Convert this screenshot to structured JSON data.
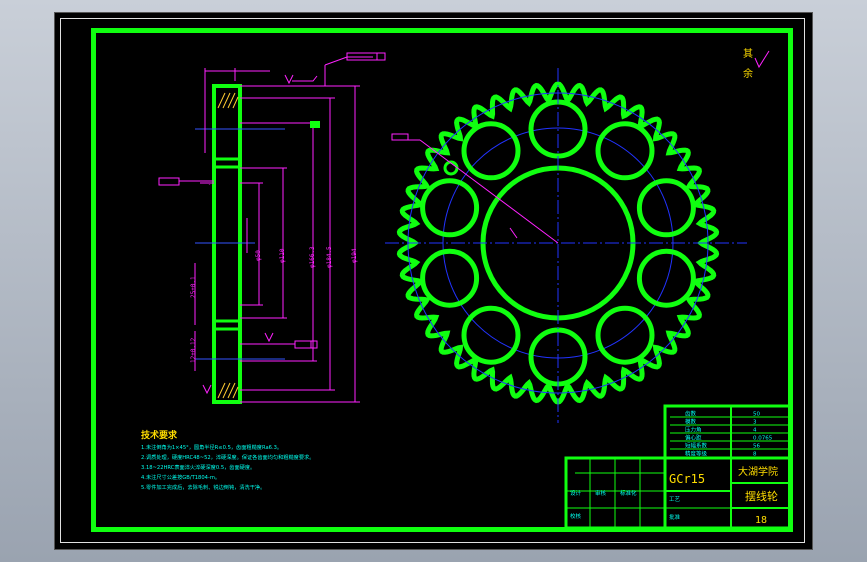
{
  "drawing": {
    "corner_mark": "其余",
    "tech_req": {
      "title": "技术要求",
      "lines": [
        "1.未注倒角为1×45°，圆角半径R≤0.5，齿面粗糙度Ra6.3。",
        "2.调质处理，硬度HRC48~52，淬硬深度。保证各齿面均匀和粗糙度要求。",
        "3.18~22HRC表面淬火淬硬深度0.5，齿面硬度。",
        "4.未注尺寸公差按GB/T1804-m。",
        "5.零件加工完成后，去除毛刺、锐边倒钝，清洗干净。"
      ]
    },
    "title_block": {
      "material": "GCr15",
      "school": "大湖学院",
      "part_name": "摆线轮",
      "sheet_no": "18",
      "params": [
        {
          "label": "齿数",
          "value": "50"
        },
        {
          "label": "模数",
          "value": "3"
        },
        {
          "label": "压力角",
          "value": "4"
        },
        {
          "label": "偏心距",
          "value": "0.0765"
        },
        {
          "label": "短幅系数",
          "value": "56"
        },
        {
          "label": "精度等级",
          "value": "8"
        }
      ],
      "sign_rows": [
        "设计",
        "校核",
        "审核",
        "标准化",
        "工艺",
        "批准"
      ]
    }
  }
}
